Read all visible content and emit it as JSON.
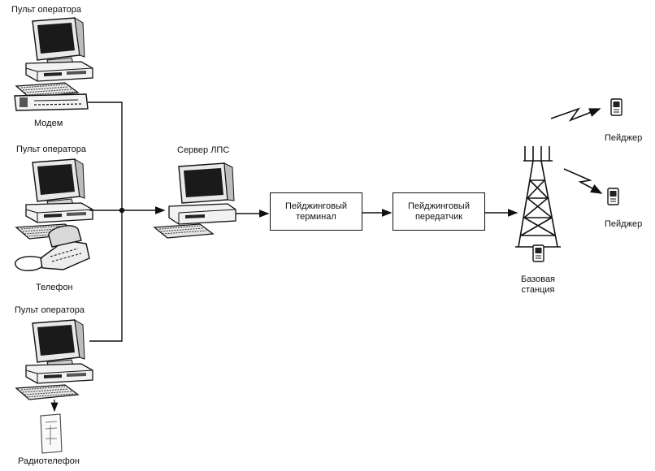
{
  "labels": {
    "operator1": "Пульт оператора",
    "modem": "Модем",
    "operator2": "Пульт оператора",
    "phone": "Телефон",
    "operator3": "Пульт оператора",
    "radiophone": "Радиотелефон",
    "server": "Сервер ЛПС",
    "base_station_line1": "Базовая",
    "base_station_line2": "станция",
    "pager1": "Пейджер",
    "pager2": "Пейджер"
  },
  "boxes": {
    "terminal_line1": "Пейджинговый",
    "terminal_line2": "терминал",
    "transmitter_line1": "Пейджинговый",
    "transmitter_line2": "передатчик"
  },
  "icons": {
    "operator_console": "computer-icon",
    "modem": "modem-icon",
    "phone": "telephone-icon",
    "radiophone": "radiophone-icon",
    "server": "server-computer-icon",
    "tower": "antenna-tower-icon",
    "pager": "pager-icon",
    "radio_link": "radio-signal-icon"
  },
  "colors": {
    "ink": "#111111",
    "background": "#ffffff"
  }
}
